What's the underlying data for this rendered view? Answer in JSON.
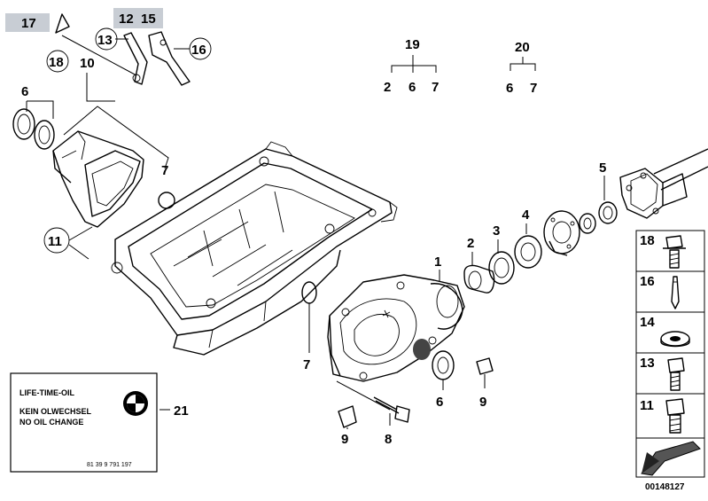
{
  "callouts": {
    "c17": "17",
    "c12": "12",
    "c15": "15",
    "c13": "13",
    "c16": "16",
    "c18": "18",
    "c10": "10",
    "c6a": "6",
    "c7a": "7",
    "c11": "11",
    "c19": "19",
    "c19a": "2",
    "c19b": "6",
    "c19c": "7",
    "c20": "20",
    "c20a": "6",
    "c20b": "7",
    "c5": "5",
    "c4": "4",
    "c3": "3",
    "c2": "2",
    "c1": "1",
    "c7b": "7",
    "c6b": "6",
    "c9a": "9",
    "c9b": "9",
    "c8": "8",
    "c21": "21"
  },
  "sidebar": {
    "items": [
      {
        "num": "18",
        "icon": "bolt-flange-icon"
      },
      {
        "num": "16",
        "icon": "pin-icon"
      },
      {
        "num": "14",
        "icon": "washer-icon"
      },
      {
        "num": "13",
        "icon": "hex-bolt-icon"
      },
      {
        "num": "11",
        "icon": "hex-bolt-icon"
      }
    ]
  },
  "label_card": {
    "line1": "LIFE-TIME-OIL",
    "line2": "KEIN OLWECHSEL",
    "line3": "NO OIL CHANGE",
    "part_no": "81 39 9 791 197"
  },
  "diagram_id": "00148127"
}
